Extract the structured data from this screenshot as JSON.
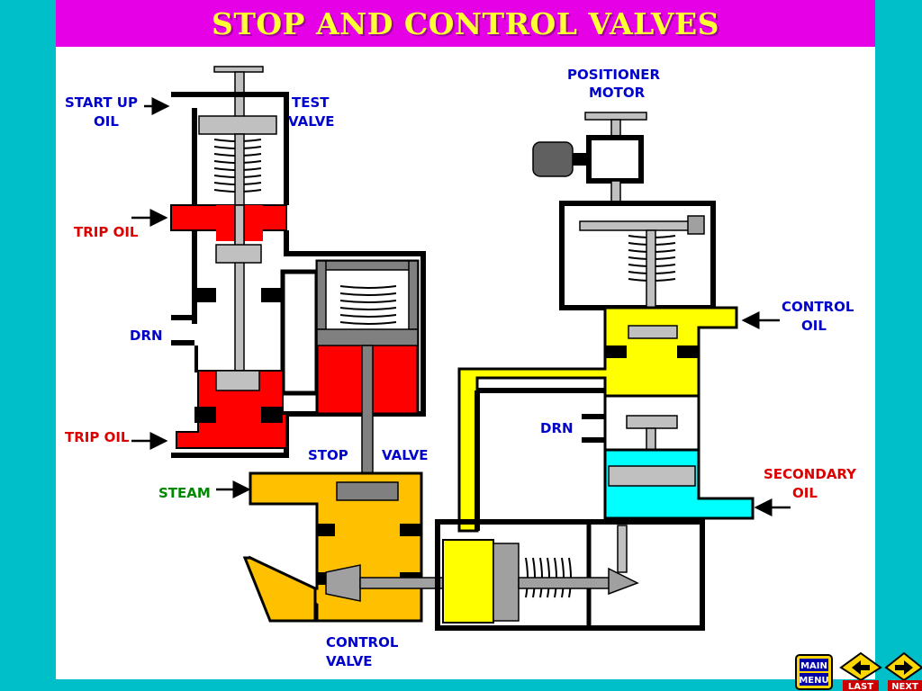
{
  "title": "STOP AND CONTROL VALVES",
  "colors": {
    "background": "#00bfc8",
    "slide": "#ffffff",
    "title_bar": "#e600e6",
    "title_text": "#ffff33",
    "trip_oil": "#ff0000",
    "control_oil": "#ffff00",
    "steam": "#ffc000",
    "secondary_oil": "#00ffff",
    "metal": "#c0c0c0",
    "dark_metal": "#808080",
    "label_blue": "#0000cc",
    "label_red": "#dd0000",
    "label_green": "#008800"
  },
  "labels": {
    "start_up_oil_1": "START UP",
    "start_up_oil_2": "OIL",
    "test_valve_1": "TEST",
    "test_valve_2": "VALVE",
    "trip_oil_top": "TRIP OIL",
    "drn_left": "DRN",
    "trip_oil_bottom": "TRIP OIL",
    "stop_valve_1": "STOP",
    "stop_valve_2": "VALVE",
    "steam": "STEAM",
    "control_valve_1": "CONTROL",
    "control_valve_2": "VALVE",
    "positioner_motor_1": "POSITIONER",
    "positioner_motor_2": "MOTOR",
    "control_oil_1": "CONTROL",
    "control_oil_2": "OIL",
    "drn_right": "DRN",
    "secondary_oil_1": "SECONDARY",
    "secondary_oil_2": "OIL"
  },
  "nav": {
    "main_menu_1": "MAIN",
    "main_menu_2": "MENU",
    "last": "LAST",
    "next": "NEXT"
  }
}
